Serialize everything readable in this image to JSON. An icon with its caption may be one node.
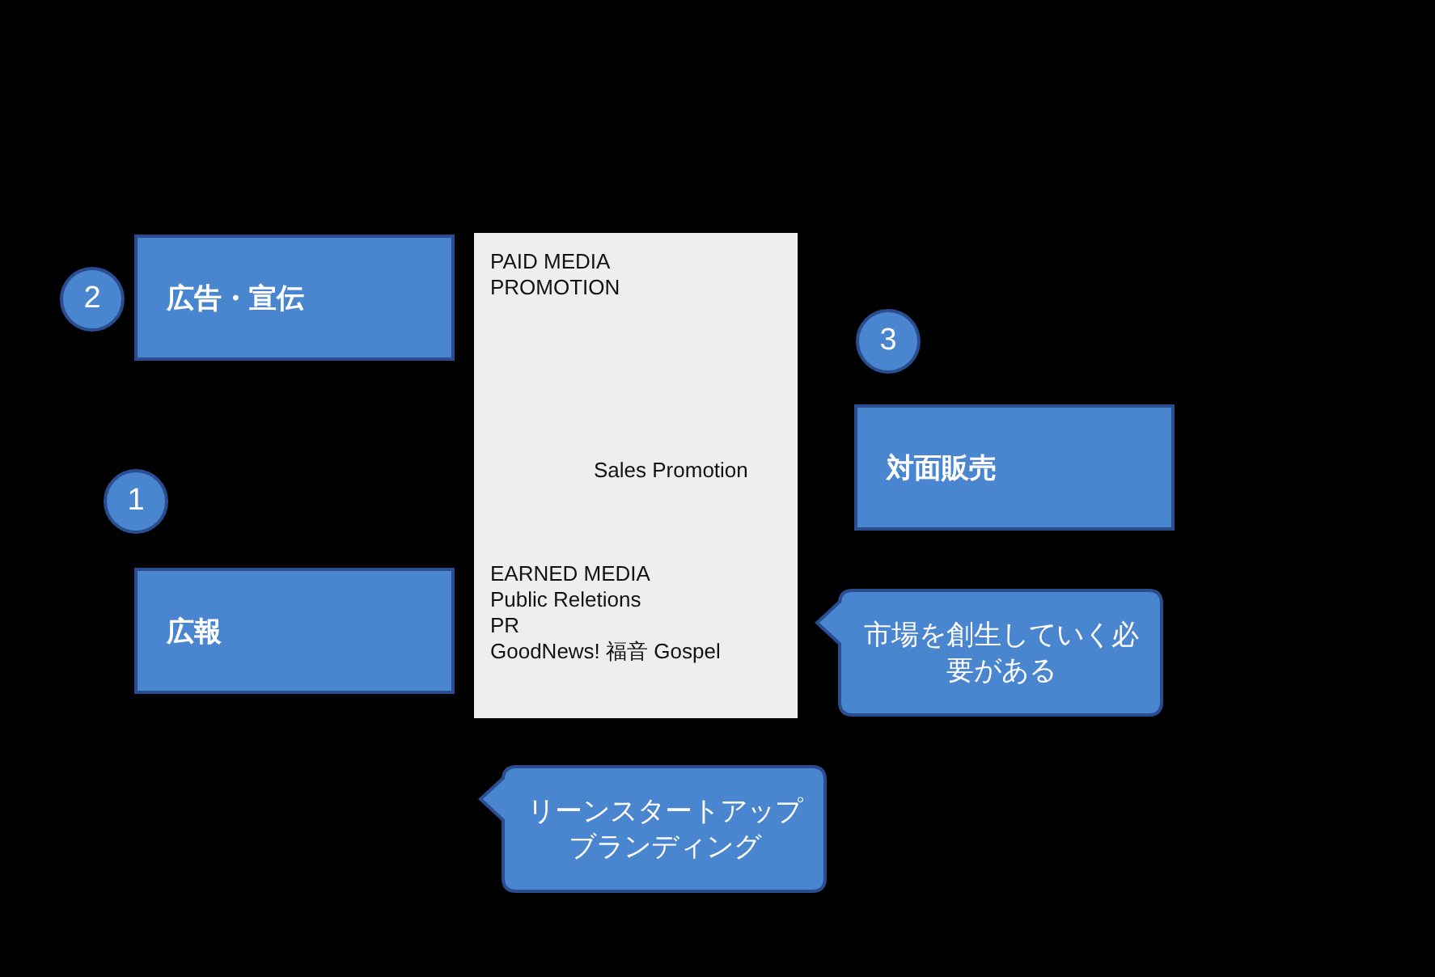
{
  "diagram": {
    "nodes": [
      {
        "text": [
          "2"
        ]
      },
      {
        "text": [
          "広告・宣伝"
        ]
      },
      {
        "text": [
          "PAID MEDIA",
          "PROMOTION",
          "Sales Promotion",
          "EARNED MEDIA",
          "Public Reletions",
          "PR",
          "GoodNews! 福音 Gospel"
        ]
      },
      {
        "text": [
          "3"
        ]
      },
      {
        "text": [
          "対面販売"
        ]
      },
      {
        "text": [
          "1"
        ]
      },
      {
        "text": [
          "広報"
        ]
      },
      {
        "text": [
          "市場を創生していく必要がある"
        ]
      },
      {
        "text": [
          "リーンスタートアップブランディング"
        ]
      }
    ]
  }
}
